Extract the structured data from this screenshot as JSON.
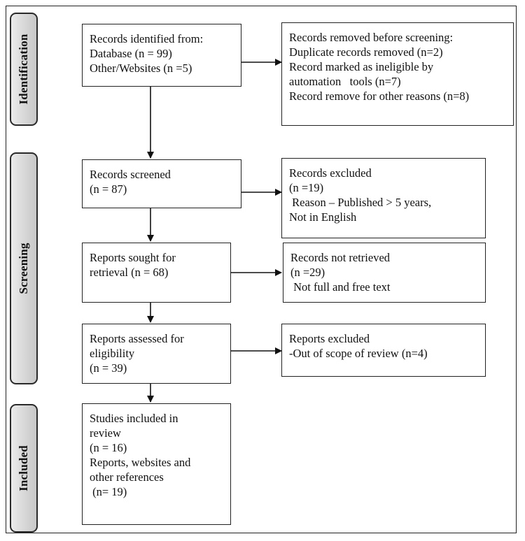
{
  "stages": {
    "identification": "Identification",
    "screening": "Screening",
    "included": "Included"
  },
  "boxes": {
    "records_identified": [
      "Records identified from:",
      "Database (n = 99)",
      "Other/Websites (n =5)"
    ],
    "records_removed": [
      "Records removed before screening:",
      "Duplicate records removed (n=2)",
      "Record marked as ineligible by",
      "automation   tools (n=7)",
      "Record remove for other reasons (n=8)"
    ],
    "records_screened": [
      "Records screened",
      "(n = 87)"
    ],
    "records_excluded": [
      "Records excluded",
      "(n =19)",
      " Reason – Published > 5 years,",
      "Not in English"
    ],
    "reports_sought": [
      "Reports sought for",
      "retrieval (n = 68)"
    ],
    "records_not_retrieved": [
      "Records not retrieved",
      "(n =29)",
      " Not full and free text"
    ],
    "reports_assessed": [
      "Reports assessed for",
      "eligibility",
      "(n = 39)"
    ],
    "reports_excluded": [
      "Reports excluded",
      "-Out of scope of review (n=4)"
    ],
    "studies_included": [
      "Studies included in",
      "review",
      "(n = 16)",
      "Reports, websites and",
      "other references",
      " (n= 19)"
    ]
  }
}
